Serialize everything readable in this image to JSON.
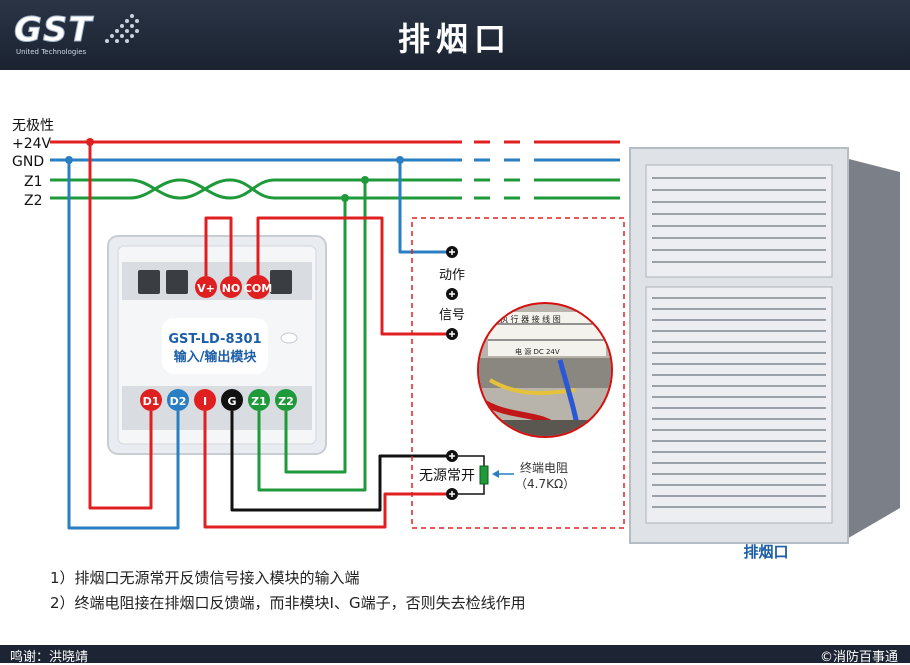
{
  "header": {
    "logo_text": "GST",
    "logo_sub": "United Technologies",
    "title": "排烟口"
  },
  "wires": {
    "nonpolar": "无极性",
    "v24": "+24V",
    "gnd": "GND",
    "z1": "Z1",
    "z2": "Z2"
  },
  "module": {
    "model": "GST-LD-8301",
    "name": "输入/输出模块",
    "top_terminals": [
      "V+",
      "NO",
      "COM"
    ],
    "bottom_terminals": [
      "D1",
      "D2",
      "I",
      "G",
      "Z1",
      "Z2"
    ]
  },
  "device": {
    "action_label": "动作",
    "signal_label": "信号",
    "nc_label": "无源常开",
    "resistor_label": "终端电阻",
    "resistor_value": "（4.7KΩ）",
    "photo_text1": "执 行 器 接 线 图",
    "photo_text2": "电 源  DC 24V",
    "vent_label": "排烟口"
  },
  "notes": {
    "note1": "1）排烟口无源常开反馈信号接入模块的输入端",
    "note2": "2）终端电阻接在排烟口反馈端，而非模块I、G端子，否则失去检线作用"
  },
  "footer": {
    "credit": "鸣谢：洪晓靖",
    "copyright": "©消防百事通"
  },
  "colors": {
    "red": "#e02020",
    "blue": "#2a7fc2",
    "green": "#1e9a3a",
    "black": "#111111",
    "header_bg": "#1f2838"
  }
}
